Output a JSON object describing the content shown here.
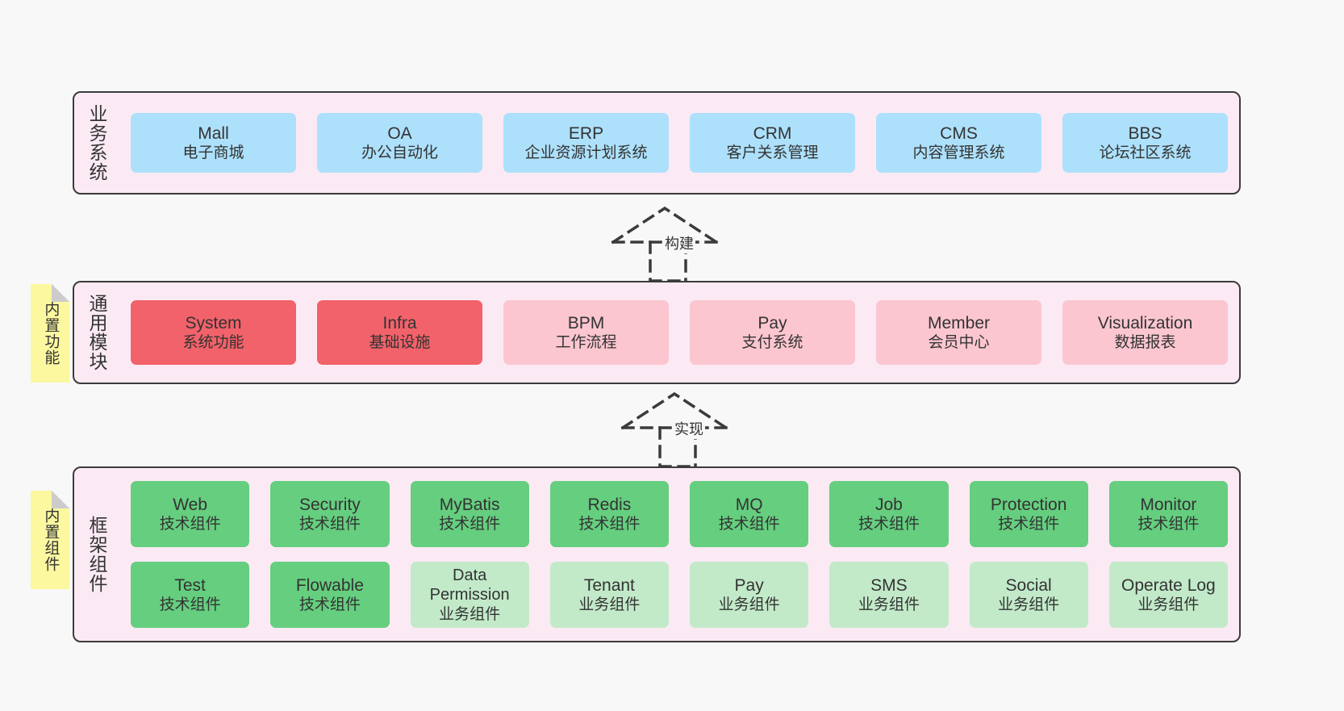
{
  "canvas": {
    "background": "#f8f8f8"
  },
  "palette": {
    "panel_bg": "#fbeaf4",
    "panel_border": "#3b3b3b",
    "business_card": "#ade0fb",
    "common_core_card": "#f2626a",
    "common_card": "#fbc6d0",
    "framework_tech_card": "#65ce7f",
    "framework_biz_card": "#c2eac9",
    "sticky_note": "#fbf8a0",
    "text": "#333333"
  },
  "layers": {
    "business": {
      "title": "业务系统",
      "cards": [
        {
          "name": "Mall",
          "subtitle": "电子商城"
        },
        {
          "name": "OA",
          "subtitle": "办公自动化"
        },
        {
          "name": "ERP",
          "subtitle": "企业资源计划系统"
        },
        {
          "name": "CRM",
          "subtitle": "客户关系管理"
        },
        {
          "name": "CMS",
          "subtitle": "内容管理系统"
        },
        {
          "name": "BBS",
          "subtitle": "论坛社区系统"
        }
      ]
    },
    "common": {
      "title": "通用模块",
      "sticky": "内置功能",
      "cards": [
        {
          "name": "System",
          "subtitle": "系统功能",
          "style": "core"
        },
        {
          "name": "Infra",
          "subtitle": "基础设施",
          "style": "core"
        },
        {
          "name": "BPM",
          "subtitle": "工作流程",
          "style": "normal"
        },
        {
          "name": "Pay",
          "subtitle": "支付系统",
          "style": "normal"
        },
        {
          "name": "Member",
          "subtitle": "会员中心",
          "style": "normal"
        },
        {
          "name": "Visualization",
          "subtitle": "数据报表",
          "style": "normal"
        }
      ]
    },
    "framework": {
      "title": "框架组件",
      "sticky": "内置组件",
      "row1": [
        {
          "name": "Web",
          "subtitle": "技术组件",
          "style": "tech"
        },
        {
          "name": "Security",
          "subtitle": "技术组件",
          "style": "tech"
        },
        {
          "name": "MyBatis",
          "subtitle": "技术组件",
          "style": "tech"
        },
        {
          "name": "Redis",
          "subtitle": "技术组件",
          "style": "tech"
        },
        {
          "name": "MQ",
          "subtitle": "技术组件",
          "style": "tech"
        },
        {
          "name": "Job",
          "subtitle": "技术组件",
          "style": "tech"
        },
        {
          "name": "Protection",
          "subtitle": "技术组件",
          "style": "tech"
        },
        {
          "name": "Monitor",
          "subtitle": "技术组件",
          "style": "tech"
        }
      ],
      "row2": [
        {
          "name": "Test",
          "subtitle": "技术组件",
          "style": "tech"
        },
        {
          "name": "Flowable",
          "subtitle": "技术组件",
          "style": "tech"
        },
        {
          "name": "Data Permission",
          "subtitle": "业务组件",
          "style": "biz"
        },
        {
          "name": "Tenant",
          "subtitle": "业务组件",
          "style": "biz"
        },
        {
          "name": "Pay",
          "subtitle": "业务组件",
          "style": "biz"
        },
        {
          "name": "SMS",
          "subtitle": "业务组件",
          "style": "biz"
        },
        {
          "name": "Social",
          "subtitle": "业务组件",
          "style": "biz"
        },
        {
          "name": "Operate Log",
          "subtitle": "业务组件",
          "style": "biz"
        }
      ]
    }
  },
  "connectors": [
    {
      "label": "构建",
      "from": "common",
      "to": "business"
    },
    {
      "label": "实现",
      "from": "framework",
      "to": "common"
    }
  ]
}
